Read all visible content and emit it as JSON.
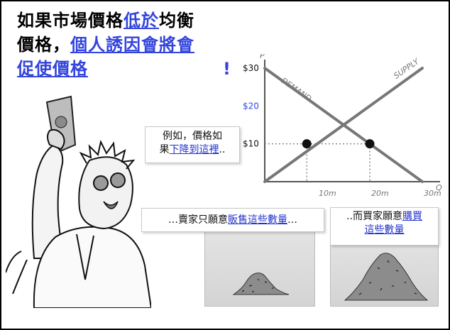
{
  "title": {
    "line1_text": "如果市場價格",
    "line1_link": "低於",
    "line1_after": "均衡",
    "line2_text": "價格，",
    "line2_link": "個人誘因會將會",
    "line3_text": "促使價格",
    "line3_bang": "!"
  },
  "callouts": {
    "example_prefix": "例如，價格如",
    "example_line2_prefix": "果",
    "example_link": "下降到這裡",
    "example_suffix": "..",
    "sellers_prefix": "…賣家只願意",
    "sellers_link": "販售這些數量",
    "sellers_suffix": "…",
    "buyers_prefix": "..而買家願意",
    "buyers_link_1": "購買",
    "buyers_link_2": "這些數量"
  },
  "colors": {
    "accent_blue": "#2233cc",
    "title_blue": "#3344dd",
    "curve_gray": "#777777"
  },
  "chart_data": {
    "type": "line",
    "y_axis_letter": "P",
    "x_axis_letter": "Q",
    "y_ticks": [
      "$30",
      "$20",
      "$10"
    ],
    "y_tick_values": [
      30,
      20,
      10
    ],
    "highlight_tick": "$20",
    "x_ticks": [
      "10m",
      "20m",
      "30m"
    ],
    "x_tick_values": [
      10,
      20,
      30
    ],
    "xlim": [
      0,
      30
    ],
    "ylim": [
      0,
      30
    ],
    "series": [
      {
        "name": "DEMAND",
        "points": [
          [
            0,
            30
          ],
          [
            30,
            0
          ]
        ]
      },
      {
        "name": "SUPPLY",
        "points": [
          [
            0,
            0
          ],
          [
            30,
            30
          ]
        ]
      }
    ],
    "price_level": 10,
    "points": [
      {
        "label": "seller-quantity",
        "x": 8,
        "y": 10
      },
      {
        "label": "buyer-quantity",
        "x": 20,
        "y": 10
      }
    ]
  }
}
